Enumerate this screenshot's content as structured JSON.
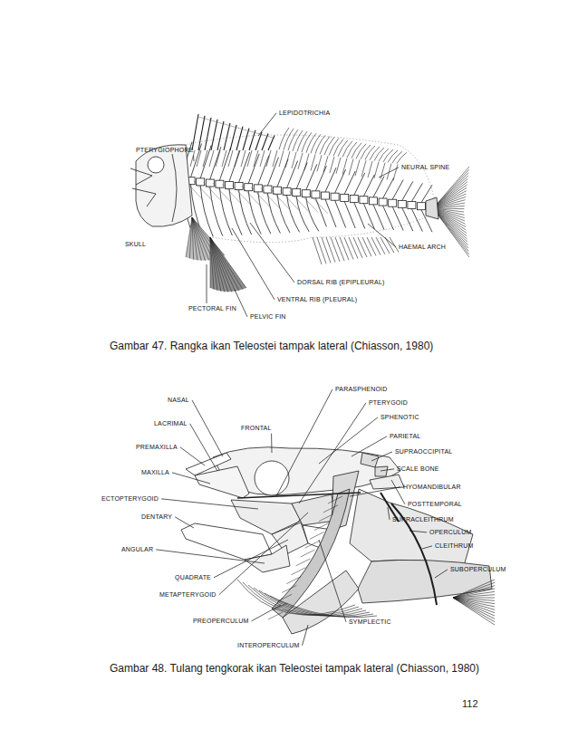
{
  "diagram": {
    "labels": [
      "LEPIDOTRICHIA",
      "PTERYGIOPHORE",
      "NEURAL SPINE",
      "SKULL",
      "HAEMAL ARCH",
      "DORSAL RIB (EPIPLEURAL)",
      "VENTRAL RIB (PLEURAL)",
      "PECTORAL FIN",
      "PELVIC FIN",
      "Gambar 47.  Rangka ikan Teleostei tampak lateral (Chiasson, 1980)",
      "NASAL",
      "LACRIMAL",
      "PREMAXILLA",
      "MAXILLA",
      "ECTOPTERYGOID",
      "DENTARY",
      "ANGULAR",
      "QUADRATE",
      "METAPTERYGOID",
      "PREOPERCULUM",
      "INTEROPERCULUM",
      "FRONTAL",
      "PARASPHENOID",
      "PTERYGOID",
      "SPHENOTIC",
      "PARIETAL",
      "SUPRAOCCIPITAL",
      "SCALE BONE",
      "HYOMANDIBULAR",
      "POSTTEMPORAL",
      "SUPRACLEITHRUM",
      "OPERCULUM",
      "CLEITHRUM",
      "SUBOPERCULUM",
      "SYMPLECTIC",
      "Gambar 48. Tulang tengkorak ikan Teleostei tampak lateral (Chiasson, 1980)",
      "112"
    ]
  }
}
